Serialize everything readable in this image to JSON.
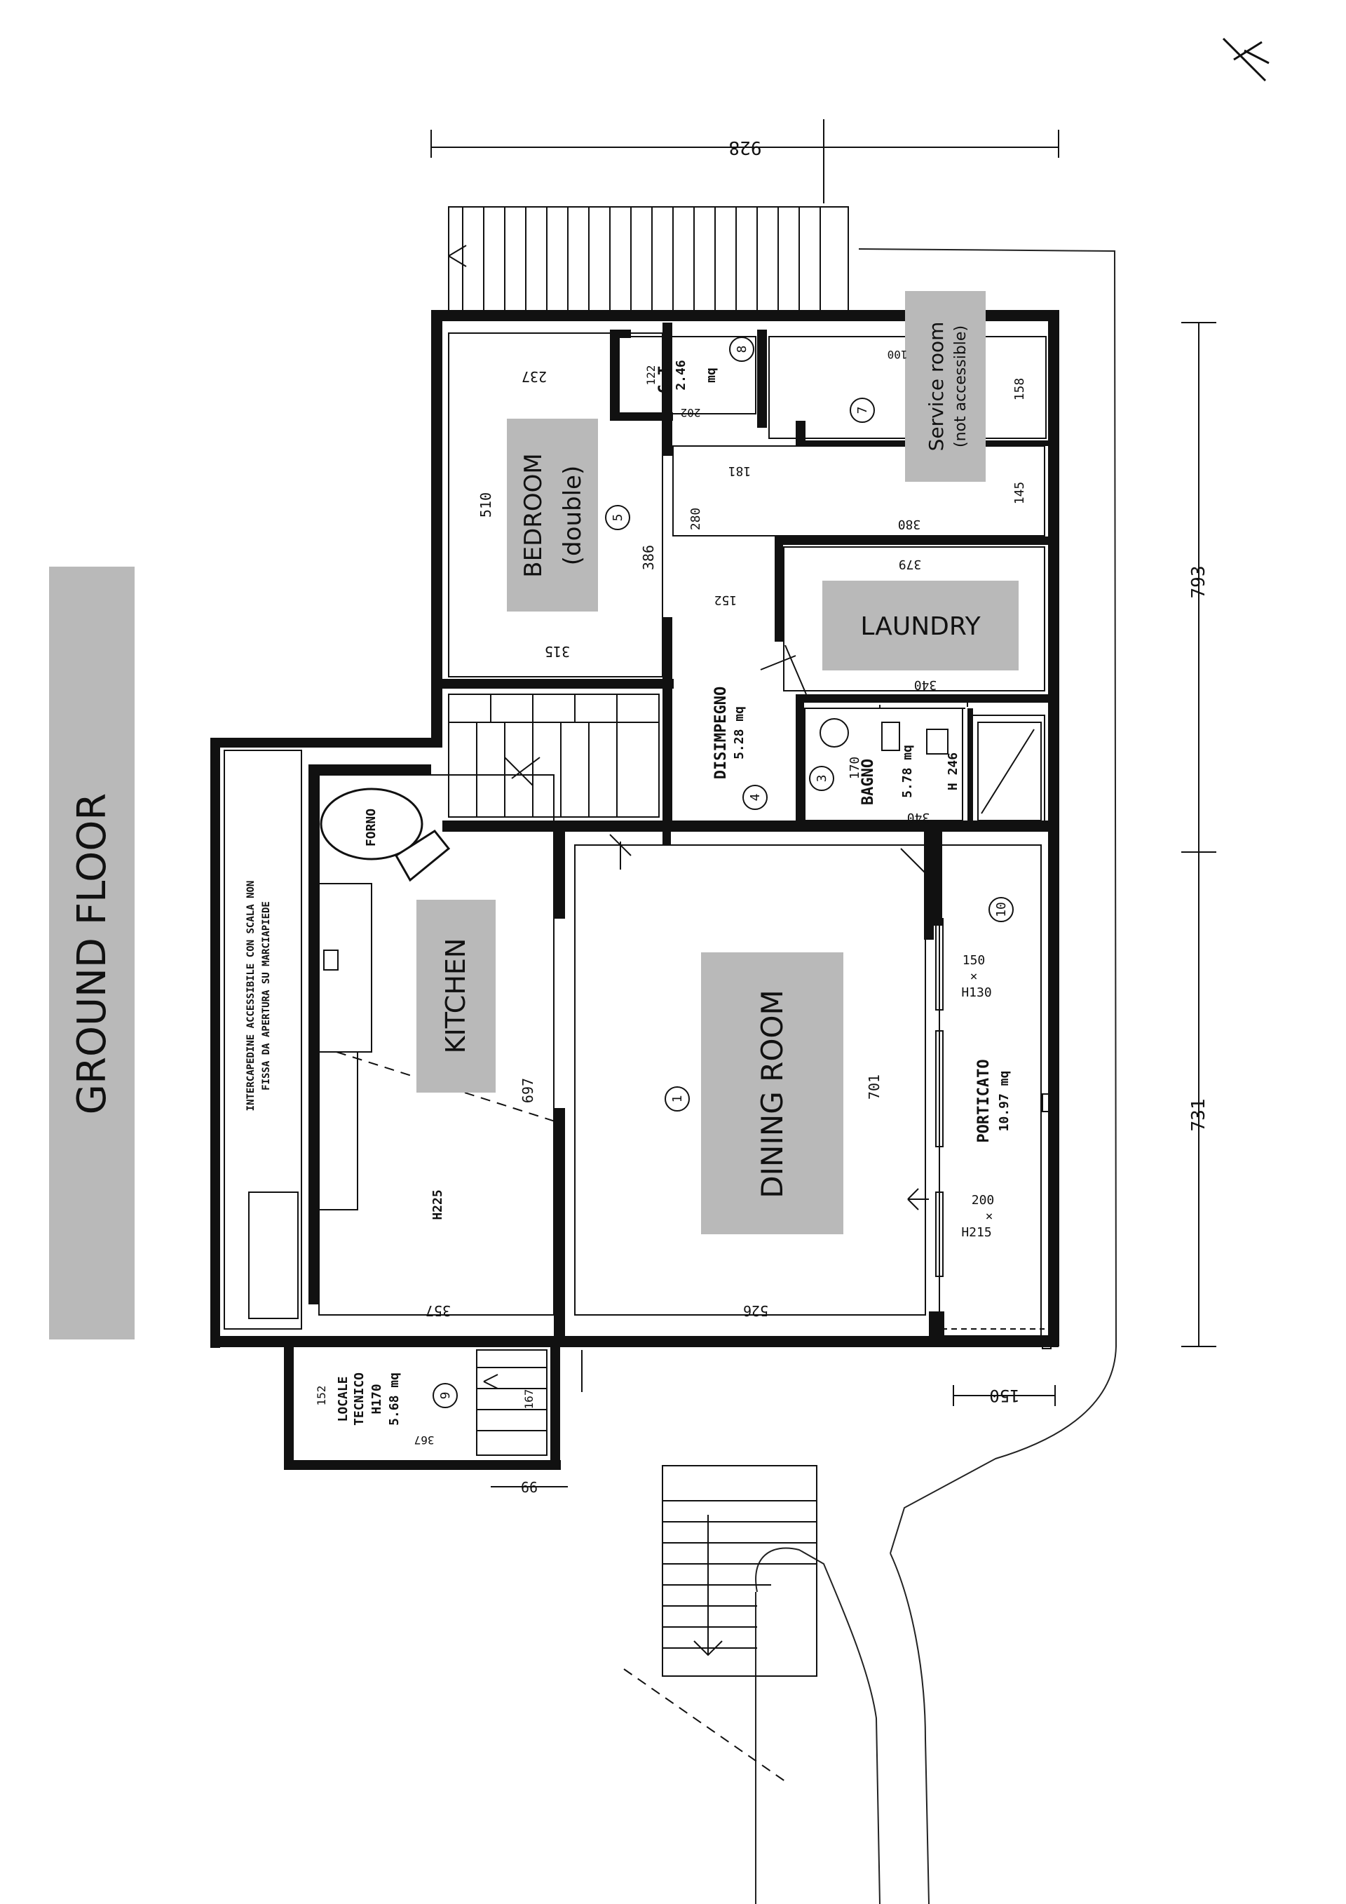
{
  "floor_title": "GROUND FLOOR",
  "rooms": {
    "bedroom": {
      "label_line1": "BEDROOM",
      "label_line2": "(double)",
      "number": "5"
    },
    "service": {
      "label_line1": "Service room",
      "label_line2": "(not accessible)",
      "number": "7"
    },
    "laundry": {
      "label": "LAUNDRY"
    },
    "kitchen": {
      "label": "KITCHEN",
      "height": "H225"
    },
    "dining": {
      "label": "DINING ROOM",
      "number": "1"
    },
    "ct": {
      "line1": "C.T.",
      "line2": "2.46",
      "line3": "mq",
      "number": "8"
    },
    "disimpegno": {
      "line1": "DISIMPEGNO",
      "line2": "5.28 mq",
      "number": "4"
    },
    "bagno": {
      "line1": "BAGNO",
      "line2": "5.78 mq",
      "line3": "H 246",
      "number": "3"
    },
    "porticato": {
      "line1": "PORTICATO",
      "line2": "10.97 mq",
      "number": "10"
    },
    "locale_tecnico": {
      "line1": "LOCALE",
      "line2": "TECNICO",
      "line3": "H170",
      "line4": "5.68 mq",
      "number": "9"
    },
    "forno": {
      "label": "FORNO"
    }
  },
  "notes": {
    "intercapedine_line1": "INTERCAPEDINE ACCESSIBILE CON SCALA NON",
    "intercapedine_line2": "FISSA DA APERTURA SU MARCIAPIEDE"
  },
  "windows": {
    "w1_size": "150",
    "w1_x": "×",
    "w1_height": "H130",
    "w2_size": "200",
    "w2_x": "×",
    "w2_height": "H215"
  },
  "dimensions": {
    "d928": "928",
    "d793": "793",
    "d731": "731",
    "d150": "150",
    "d99": "99",
    "d237": "237",
    "d510": "510",
    "d315": "315",
    "d386": "386",
    "d122": "122",
    "d202": "202",
    "d100": "100",
    "d181": "181",
    "d280": "280",
    "d152a": "152",
    "d158": "158",
    "d145": "145",
    "d380": "380",
    "d379": "379",
    "d340a": "340",
    "d170": "170",
    "d340b": "340",
    "d697": "697",
    "d701": "701",
    "d357": "357",
    "d526": "526",
    "d152b": "152",
    "d367": "367",
    "d167": "167"
  },
  "colors": {
    "label_box": "#b9b9b9",
    "wall": "#111111",
    "background": "#ffffff"
  }
}
